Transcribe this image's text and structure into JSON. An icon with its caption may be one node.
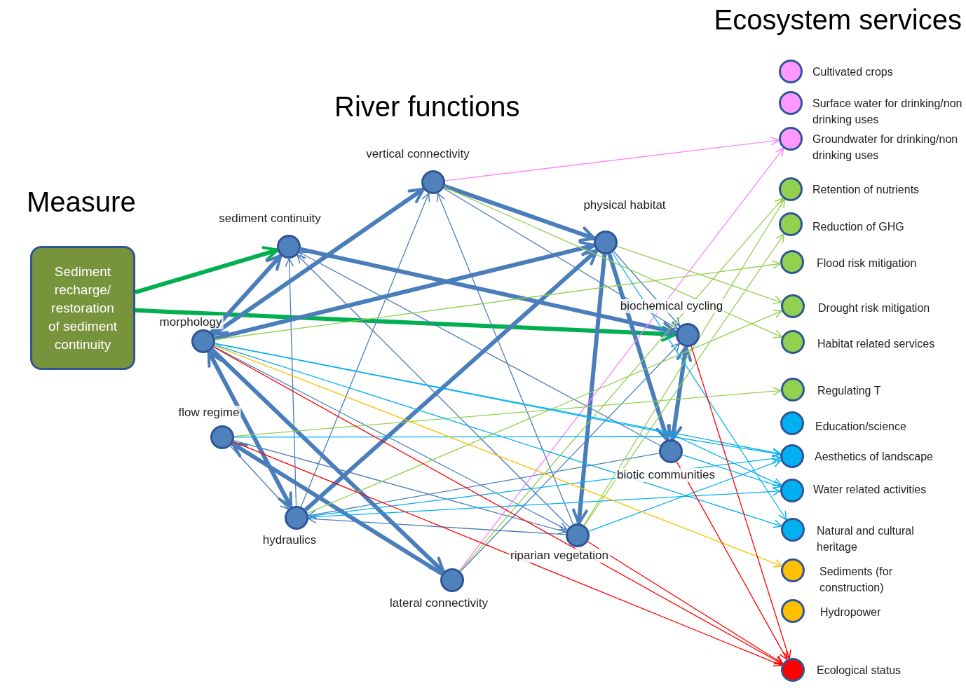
{
  "diagram": {
    "nodes": [
      {
        "text": [
          "Sediment recharge/ restoration of sediment continuity"
        ]
      },
      {
        "text": [],
        "shape": "circle",
        "beside": [
          "sediment continuity"
        ]
      },
      {
        "text": [],
        "shape": "circle",
        "beside": [
          "vertical connectivity"
        ]
      },
      {
        "text": [],
        "shape": "circle",
        "beside": [
          "physical habitat"
        ]
      },
      {
        "text": [],
        "shape": "circle",
        "beside": [
          "morphology"
        ]
      },
      {
        "text": [],
        "shape": "circle",
        "beside": [
          "biochemical cycling"
        ]
      },
      {
        "text": [],
        "shape": "circle",
        "beside": [
          "flow regime"
        ]
      },
      {
        "text": [],
        "shape": "circle",
        "beside": [
          "biotic communities"
        ]
      },
      {
        "text": [],
        "shape": "circle",
        "beside": [
          "hydraulics"
        ]
      },
      {
        "text": [],
        "shape": "circle",
        "beside": [
          "riparian vegetation"
        ]
      },
      {
        "text": [],
        "shape": "circle",
        "beside": [
          "lateral connectivity"
        ]
      },
      {
        "text": [],
        "shape": "circle",
        "beside": [
          "Cultivated crops"
        ]
      },
      {
        "text": [],
        "shape": "circle",
        "beside": [
          "Surface water for drinking/non drinking uses"
        ]
      },
      {
        "text": [],
        "shape": "circle",
        "beside": [
          "Groundwater for drinking/non drinking uses"
        ]
      },
      {
        "text": [],
        "shape": "circle",
        "beside": [
          "Retention of nutrients"
        ]
      },
      {
        "text": [],
        "shape": "circle",
        "beside": [
          "Reduction of GHG"
        ]
      },
      {
        "text": [],
        "shape": "circle",
        "beside": [
          "Flood risk mitigation"
        ]
      },
      {
        "text": [],
        "shape": "circle",
        "beside": [
          "Drought risk mitigation"
        ]
      },
      {
        "text": [],
        "shape": "circle",
        "beside": [
          "Habitat related services"
        ]
      },
      {
        "text": [],
        "shape": "circle",
        "beside": [
          "Regulating T"
        ]
      },
      {
        "text": [],
        "shape": "circle",
        "beside": [
          "Education/science"
        ]
      },
      {
        "text": [],
        "shape": "circle",
        "beside": [
          "Aesthetics of landscape"
        ]
      },
      {
        "text": [],
        "shape": "circle",
        "beside": [
          "Water related activities"
        ]
      },
      {
        "text": [],
        "shape": "circle",
        "beside": [
          "Natural and cultural heritage"
        ]
      },
      {
        "text": [],
        "shape": "circle",
        "beside": [
          "Sediments (for construction)"
        ]
      },
      {
        "text": [],
        "shape": "circle",
        "beside": [
          "Hydropower"
        ]
      },
      {
        "text": [],
        "shape": "circle",
        "beside": [
          "Ecological status"
        ]
      }
    ],
    "edges": [
      {
        "from": 0,
        "to": 1,
        "arrow": "to",
        "style": "thick",
        "color": "#00b050"
      },
      {
        "from": 0,
        "to": 5,
        "arrow": "to",
        "style": "thick",
        "color": "#00b050"
      },
      {
        "from": 4,
        "to": 1,
        "arrow": "to",
        "style": "thick"
      },
      {
        "from": 4,
        "to": 2,
        "arrow": "both",
        "style": "thick"
      },
      {
        "from": 1,
        "to": 5,
        "arrow": "to",
        "style": "thick"
      },
      {
        "from": 4,
        "to": 3,
        "arrow": "to",
        "style": "thick"
      },
      {
        "from": 2,
        "to": 3,
        "arrow": "to",
        "style": "thick"
      },
      {
        "from": 8,
        "to": 3,
        "arrow": "to",
        "style": "thick"
      },
      {
        "from": 3,
        "to": 9,
        "arrow": "to",
        "style": "thick"
      },
      {
        "from": 3,
        "to": 7,
        "arrow": "to",
        "style": "thick"
      },
      {
        "from": 5,
        "to": 7,
        "arrow": "both",
        "style": "thick"
      },
      {
        "from": 4,
        "to": 8,
        "arrow": "both",
        "style": "thick"
      },
      {
        "from": 4,
        "to": 10,
        "arrow": "to",
        "style": "thick"
      },
      {
        "from": 10,
        "to": 6,
        "arrow": "to",
        "style": "thick"
      },
      {
        "from": 8,
        "to": 1,
        "arrow": "to"
      },
      {
        "from": 9,
        "to": 1,
        "arrow": "to"
      },
      {
        "from": 7,
        "to": 1,
        "arrow": "to"
      },
      {
        "from": 8,
        "to": 2,
        "arrow": "to"
      },
      {
        "from": 9,
        "to": 2,
        "arrow": "to"
      },
      {
        "from": 2,
        "to": 5,
        "arrow": "to"
      },
      {
        "from": 3,
        "to": 5,
        "arrow": "to"
      },
      {
        "from": 6,
        "to": 8,
        "arrow": "to"
      },
      {
        "from": 9,
        "to": 8,
        "arrow": "to"
      },
      {
        "from": 7,
        "to": 8,
        "arrow": "to"
      },
      {
        "from": 6,
        "to": 9,
        "arrow": "to"
      },
      {
        "from": 10,
        "to": 5,
        "arrow": "to"
      },
      {
        "from": 4,
        "to": 9,
        "arrow": "to"
      },
      {
        "from": 2,
        "to": 13,
        "arrow": "to",
        "color": "#ff80ff"
      },
      {
        "from": 10,
        "to": 13,
        "arrow": "to",
        "color": "#ff80ff"
      },
      {
        "from": 2,
        "to": 18,
        "arrow": "to",
        "color": "#92d050"
      },
      {
        "from": 3,
        "to": 17,
        "arrow": "to",
        "color": "#92d050"
      },
      {
        "from": 4,
        "to": 16,
        "arrow": "to",
        "color": "#92d050"
      },
      {
        "from": 6,
        "to": 19,
        "arrow": "to",
        "color": "#92d050"
      },
      {
        "from": 8,
        "to": 17,
        "arrow": "to",
        "color": "#92d050"
      },
      {
        "from": 9,
        "to": 14,
        "arrow": "to",
        "color": "#92d050"
      },
      {
        "from": 9,
        "to": 15,
        "arrow": "to",
        "color": "#92d050"
      },
      {
        "from": 10,
        "to": 14,
        "arrow": "to",
        "color": "#92d050"
      },
      {
        "from": 4,
        "to": 21,
        "arrow": "to",
        "color": "#00b0f0"
      },
      {
        "from": 4,
        "to": 22,
        "arrow": "to",
        "color": "#00b0f0"
      },
      {
        "from": 4,
        "to": 23,
        "arrow": "to",
        "color": "#00b0f0"
      },
      {
        "from": 6,
        "to": 21,
        "arrow": "to",
        "color": "#00b0f0"
      },
      {
        "from": 8,
        "to": 21,
        "arrow": "to",
        "color": "#00b0f0"
      },
      {
        "from": 8,
        "to": 22,
        "arrow": "to",
        "color": "#00b0f0"
      },
      {
        "from": 3,
        "to": 23,
        "arrow": "to",
        "color": "#00b0f0"
      },
      {
        "from": 9,
        "to": 21,
        "arrow": "to",
        "color": "#00b0f0"
      },
      {
        "from": 7,
        "to": 22,
        "arrow": "to",
        "color": "#00b0f0"
      },
      {
        "from": 4,
        "to": 24,
        "arrow": "to",
        "color": "#ffc000"
      },
      {
        "from": 4,
        "to": 26,
        "arrow": "to",
        "color": "#ff0000"
      },
      {
        "from": 6,
        "to": 26,
        "arrow": "to",
        "color": "#ff0000"
      },
      {
        "from": 5,
        "to": 26,
        "arrow": "to",
        "color": "#ff0000"
      },
      {
        "from": 7,
        "to": 26,
        "arrow": "to",
        "color": "#ff0000"
      },
      {
        "from": 9,
        "to": 26,
        "arrow": "to",
        "color": "#ff0000"
      }
    ],
    "labels": [
      "Ecosystem services",
      "River functions",
      "Measure"
    ]
  }
}
